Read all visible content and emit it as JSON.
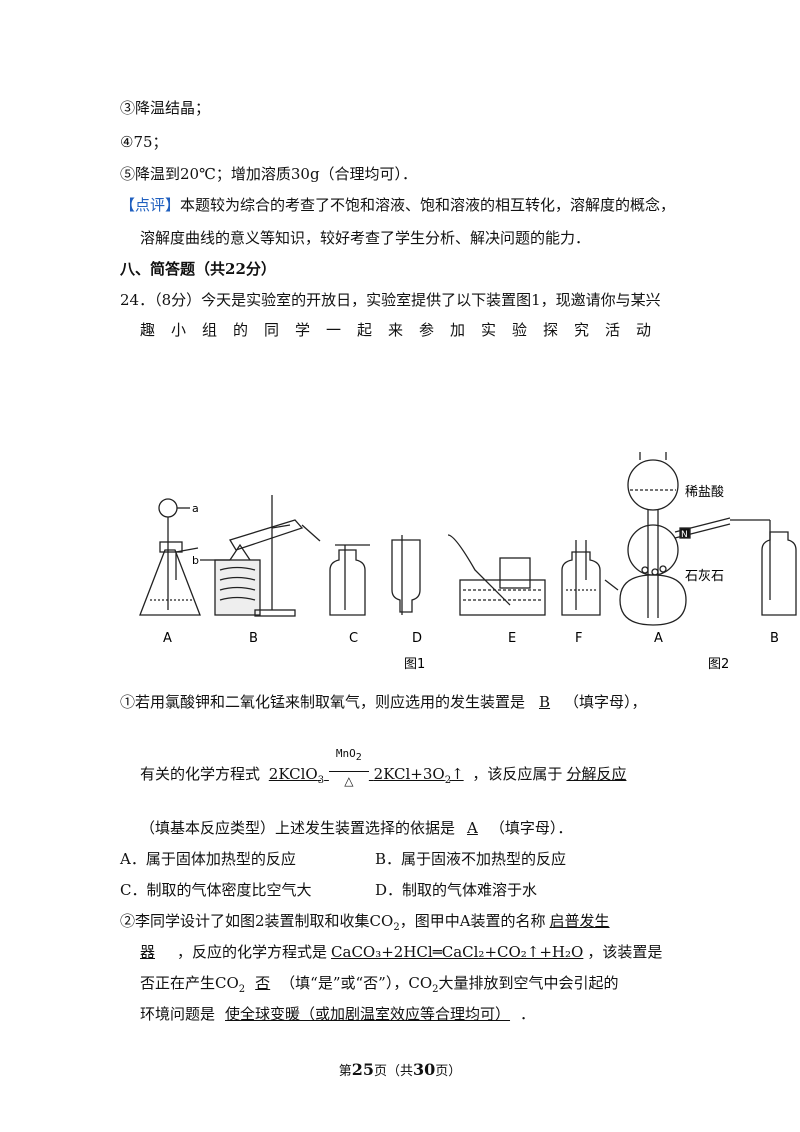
{
  "lines": {
    "l1": "③降温结晶；",
    "l2": "④75；",
    "l3": "⑤降温到20℃；增加溶质30g（合理均可）．",
    "comment_tag": "【点评】",
    "comment_1": "本题较为综合的考查了不饱和溶液、饱和溶液的相互转化，溶解度的概念，",
    "comment_2": "溶解度曲线的意义等知识，较好考查了学生分析、解决问题的能力．",
    "section": "八、简答题（共22分）",
    "q24_1": "24．（8分）今天是实验室的开放日，实验室提供了以下装置图1，现邀请你与某兴",
    "q24_2": "趣小组的同学一起来参加实验探究活动"
  },
  "figure": {
    "fig1_labels": [
      "A",
      "B",
      "C",
      "D",
      "E",
      "F"
    ],
    "fig2_labels": [
      "A",
      "B"
    ],
    "fig1_caption": "图1",
    "fig2_caption": "图2",
    "label_a": "a",
    "label_b": "b",
    "label_acid": "稀盐酸",
    "label_stone": "石灰石",
    "label_clamp": "N"
  },
  "q1": {
    "pre": "①若用氯酸钾和二氧化锰来制取氧气，则应选用的发生装置是",
    "ans1": "B",
    "post1": "（填字母），",
    "eq_pre": "有关的化学方程式",
    "eq_left": "2KClO",
    "eq_left_sub": "3",
    "eq_cat": "MnO",
    "eq_cat_sub": "2",
    "eq_cond": "△",
    "eq_right": "2KCl+3O",
    "eq_right_sub": "2",
    "eq_arrow": "↑",
    "eq_mid": "，该反应属于",
    "ans_type": "分解反应",
    "line3_pre": "（填基本反应类型）上述发生装置选择的依据是",
    "ans_basis": "A",
    "line3_post": "（填字母）．"
  },
  "options": {
    "A": "A．属于固体加热型的反应",
    "B": "B．属于固液不加热型的反应",
    "C": "C．制取的气体密度比空气大",
    "D": "D．制取的气体难溶于水"
  },
  "q2": {
    "l1_pre": "②李同学设计了如图2装置制取和收集CO",
    "l1_sub": "2",
    "l1_mid": "，图甲中A装置的名称",
    "ans_name_1": "启普发生",
    "ans_name_2": "器",
    "l2_mid": "，反应的化学方程式是",
    "ans_eq": "CaCO₃+2HCl═CaCl₂+CO₂↑+H₂O",
    "l2_post": "，该装置是",
    "l3_pre": "否正在产生CO",
    "l3_sub": "2",
    "ans_no": "否",
    "l3_mid": "（填“是”或“否”），CO",
    "l3_sub2": "2",
    "l3_post": "大量排放到空气中会引起的",
    "l4_pre": "环境问题是",
    "ans_env": "使全球变暖（或加剧温室效应等合理均可）",
    "l4_post": "．"
  },
  "footer": {
    "p1": "第",
    "page": "25",
    "p2": "页（共",
    "total": "30",
    "p3": "页）"
  }
}
